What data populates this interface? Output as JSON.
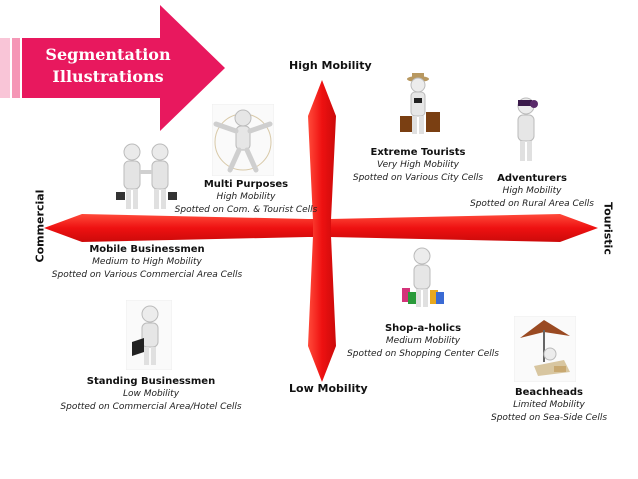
{
  "title": "Segmentation Illustrations",
  "title_lines": [
    "Segmentation",
    "Illustrations"
  ],
  "axes": {
    "top": "High Mobility",
    "bottom": "Low Mobility",
    "left": "Commercial",
    "right": "Touristic"
  },
  "segments": [
    {
      "name": "Extreme Tourists",
      "mobility": "Very High Mobility",
      "location": "Spotted on Various City Cells"
    },
    {
      "name": "Adventurers",
      "mobility": "High Mobility",
      "location": "Spotted on Rural Area Cells"
    },
    {
      "name": "Multi Purposes",
      "mobility": "High Mobility",
      "location": "Spotted on Com. & Tourist Cells"
    },
    {
      "name": "Mobile Businessmen",
      "mobility": "Medium to High Mobility",
      "location": "Spotted on Various Commercial Area Cells"
    },
    {
      "name": "Shop-a-holics",
      "mobility": "Medium Mobility",
      "location": "Spotted on Shopping Center Cells"
    },
    {
      "name": "Standing Businessmen",
      "mobility": "Low Mobility",
      "location": "Spotted on Commercial Area/Hotel Cells"
    },
    {
      "name": "Beachheads",
      "mobility": "Limited Mobility",
      "location": "Spotted on Sea-Side Cells"
    }
  ],
  "colors": {
    "banner": "#e8185e",
    "arrow": "#ee1111",
    "figure": "#e8e8e8"
  },
  "icons": [
    "tourist-figure-icon",
    "binoculars-figure-icon",
    "vitruvian-figure-icon",
    "handshake-figures-icon",
    "shopping-figure-icon",
    "laptop-figure-icon",
    "beach-umbrella-icon"
  ]
}
